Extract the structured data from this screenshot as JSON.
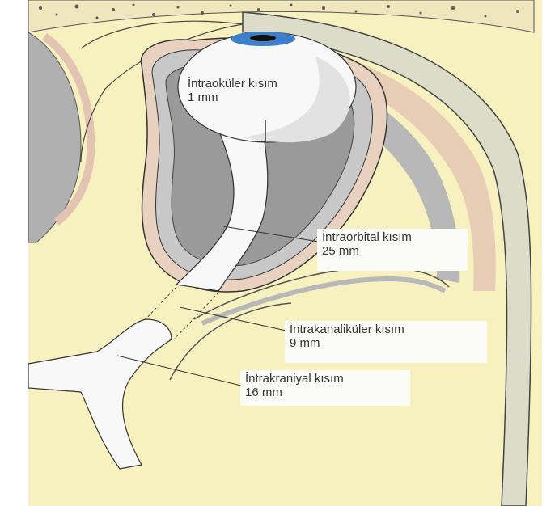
{
  "labels": [
    {
      "id": "intraocular",
      "title": "İntraoküler kısım",
      "length": "1 mm"
    },
    {
      "id": "intraorbital",
      "title": "İntraorbital kısım",
      "length": "25 mm"
    },
    {
      "id": "intracanalicular",
      "title": "İntrakanaliküler kısım",
      "length": "9 mm"
    },
    {
      "id": "intracranial",
      "title": "İntrakraniyal kısım",
      "length": "16 mm"
    }
  ],
  "colors": {
    "background": "#f7f1c0",
    "bone": "#efe6bd",
    "bone_dots": "#5a5a5a",
    "orbit_gray": "#9a9a9a",
    "orbit_light": "#c8c8c8",
    "pink_band": "#e3c4b2",
    "nerve": "#f8f8f8",
    "iris": "#3d7fc8",
    "pupil": "#111111",
    "outline": "#333333"
  }
}
